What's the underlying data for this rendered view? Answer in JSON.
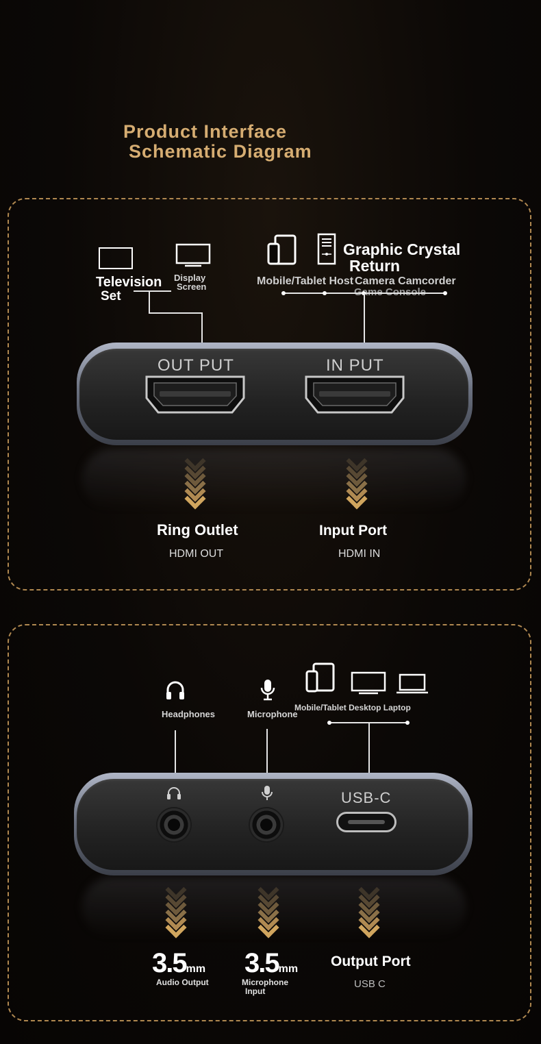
{
  "title": {
    "line1": "Product Interface",
    "line2": "Schematic Diagram"
  },
  "panel1": {
    "top_labels": {
      "television": "Television",
      "set": "Set",
      "display": "Display",
      "screen": "Screen",
      "graphic_crystal": "Graphic Crystal",
      "return": "Return",
      "mobile_tablet_host": "Mobile/Tablet Host",
      "camera_camcorder": "Camera Camcorder",
      "game_console": "Game Console"
    },
    "device": {
      "output_label": "OUT PUT",
      "input_label": "IN PUT"
    },
    "bottom": {
      "left_title": "Ring Outlet",
      "left_sub": "HDMI OUT",
      "right_title": "Input Port",
      "right_sub": "HDMI IN"
    }
  },
  "panel2": {
    "top_labels": {
      "headphones": "Headphones",
      "microphone": "Microphone",
      "mobile_desktop_laptop": "Mobile/Tablet Desktop Laptop"
    },
    "device": {
      "usbc_label": "USB-C"
    },
    "bottom": {
      "audio_num": "3.5",
      "audio_unit": "mm",
      "audio_label": "Audio Output",
      "mic_num": "3.5",
      "mic_unit": "mm",
      "mic_label_1": "Microphone",
      "mic_label_2": "Input",
      "output_title": "Output Port",
      "output_sub": "USB C"
    }
  },
  "colors": {
    "gold": "#d6ad72",
    "chevron_gold": "#c9a25f",
    "chevron_dark": "#4a3f31"
  },
  "icons": [
    "tv-icon",
    "monitor-icon",
    "phone-tablet-icon",
    "pc-tower-icon",
    "headphones-icon",
    "microphone-icon",
    "desktop-icon",
    "laptop-icon"
  ]
}
